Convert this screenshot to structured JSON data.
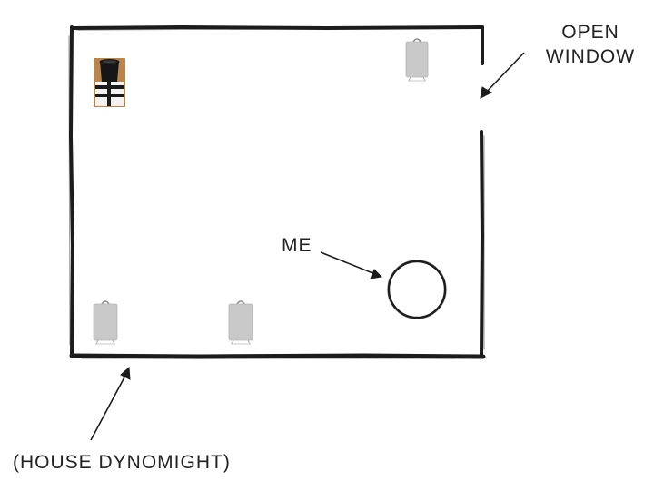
{
  "annotations": {
    "open_window": [
      "OPEN",
      "WINDOW"
    ],
    "me": "ME",
    "house": "(HOUSE DYNOMIGHT)"
  },
  "icons": {
    "air_purifier": "air-purifier-icon",
    "plant": "potted-plant-icon",
    "person": "person-circle-icon"
  },
  "colors": {
    "ink": "#1c1c1c",
    "purifier_body": "#c9c9c9",
    "purifier_stand": "#e8e8e8",
    "pot": "#161616",
    "wood": "#b9854c"
  }
}
